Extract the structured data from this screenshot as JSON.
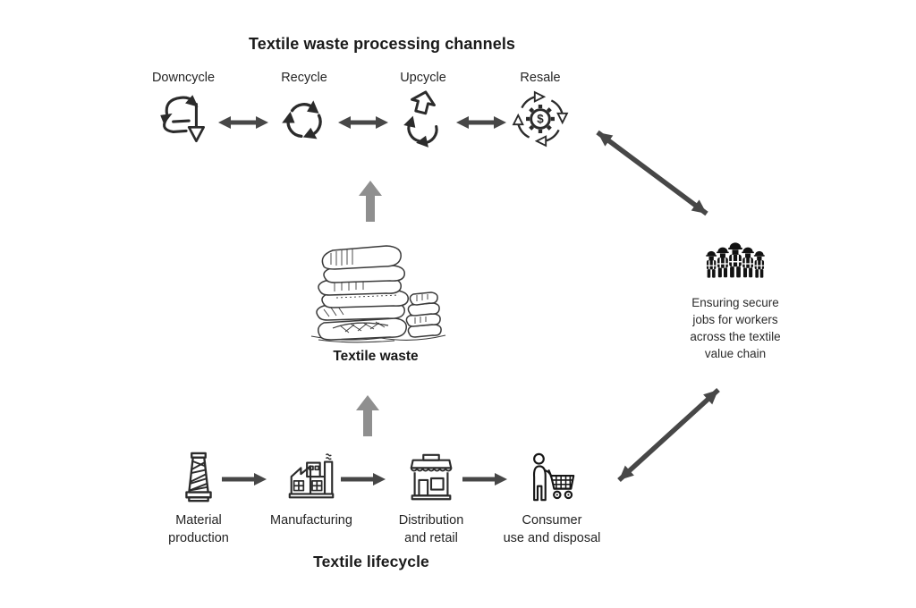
{
  "processing": {
    "title": "Textile waste processing channels",
    "channels": [
      {
        "label": "Downcycle",
        "icon": "downcycle-icon"
      },
      {
        "label": "Recycle",
        "icon": "recycle-icon"
      },
      {
        "label": "Upcycle",
        "icon": "upcycle-icon"
      },
      {
        "label": "Resale",
        "icon": "resale-icon",
        "symbol": "$"
      }
    ]
  },
  "waste": {
    "label": "Textile waste",
    "illustration": "textile-pile-sketch"
  },
  "lifecycle": {
    "title": "Textile lifecycle",
    "stages": [
      {
        "label": "Material production",
        "label_lines": [
          "Material",
          "production"
        ],
        "icon": "thread-spool-icon"
      },
      {
        "label": "Manufacturing",
        "label_lines": [
          "Manufacturing"
        ],
        "icon": "factory-icon"
      },
      {
        "label": "Distribution and retail",
        "label_lines": [
          "Distribution",
          "and retail"
        ],
        "icon": "storefront-icon"
      },
      {
        "label": "Consumer use and disposal",
        "label_lines": [
          "Consumer",
          "use and disposal"
        ],
        "icon": "consumer-shopping-cart-icon"
      }
    ]
  },
  "workers": {
    "caption": "Ensuring secure jobs for workers across the textile value chain",
    "caption_lines": [
      "Ensuring secure",
      "jobs for workers",
      "across the textile",
      "value chain"
    ],
    "icon": "workers-group-icon"
  },
  "colors": {
    "arrow_dark": "#474747",
    "arrow_gray": "#8f8f8f",
    "icon_stroke": "#2b2b2b",
    "icon_fill_dark": "#121212",
    "background": "#ffffff"
  }
}
